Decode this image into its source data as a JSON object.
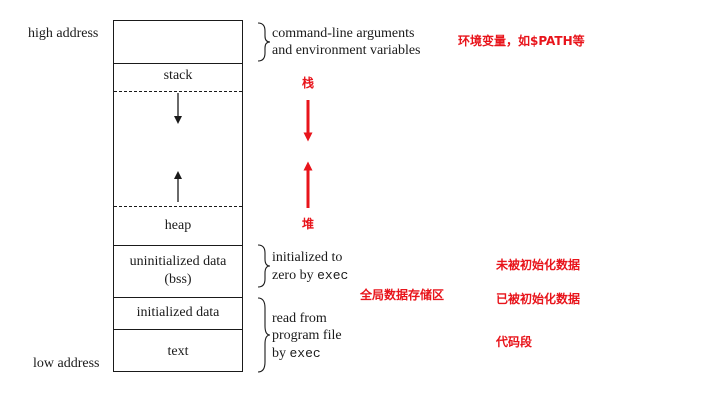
{
  "addresses": {
    "high": "high address",
    "low": "low address"
  },
  "segments": {
    "stack": "stack",
    "heap": "heap",
    "bss_line1": "uninitialized data",
    "bss_line2": "(bss)",
    "data": "initialized data",
    "text": "text"
  },
  "notes": {
    "args_line1": "command-line arguments",
    "args_line2": "and environment variables",
    "bss_line1": "initialized to",
    "bss_line2_prefix": "zero by ",
    "bss_line2_code": "exec",
    "file_line1": "read from",
    "file_line2": "program file",
    "file_line3_prefix": "by ",
    "file_line3_code": "exec"
  },
  "annotations": {
    "env": "环境变量，如$PATH等",
    "stack": "栈",
    "heap": "堆",
    "global": "全局数据存储区",
    "bss": "未被初始化数据",
    "data": "已被初始化数据",
    "text": "代码段"
  },
  "colors": {
    "annotation": "#e8141b",
    "line": "#1a1a1a"
  }
}
